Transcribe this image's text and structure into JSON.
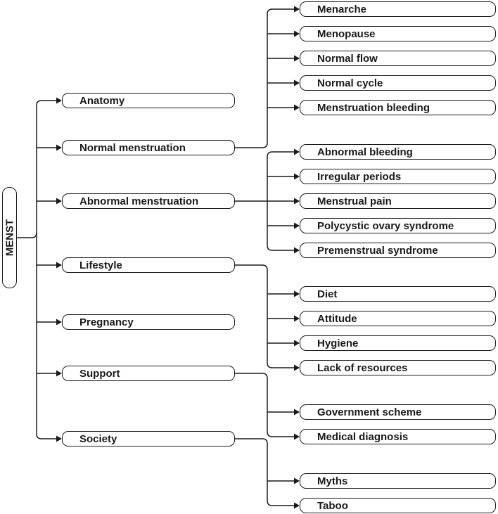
{
  "root": {
    "label": "MENST"
  },
  "categories": [
    {
      "label": "Anatomy",
      "children": []
    },
    {
      "label": "Normal menstruation",
      "children": [
        "Menarche",
        "Menopause",
        "Normal flow",
        "Normal cycle",
        "Menstruation bleeding"
      ]
    },
    {
      "label": "Abnormal menstruation",
      "children": [
        "Abnormal bleeding",
        "Irregular periods",
        "Menstrual pain",
        "Polycystic ovary syndrome",
        "Premenstrual syndrome"
      ]
    },
    {
      "label": "Lifestyle",
      "children": [
        "Diet",
        "Attitude",
        "Hygiene",
        "Lack of resources"
      ]
    },
    {
      "label": "Pregnancy",
      "children": []
    },
    {
      "label": "Support",
      "children": [
        "Government scheme",
        "Medical diagnosis"
      ]
    },
    {
      "label": "Society",
      "children": [
        "Myths",
        "Taboo"
      ]
    }
  ],
  "colors": {
    "line": "#1a1a1a",
    "background": "#ffffff"
  }
}
